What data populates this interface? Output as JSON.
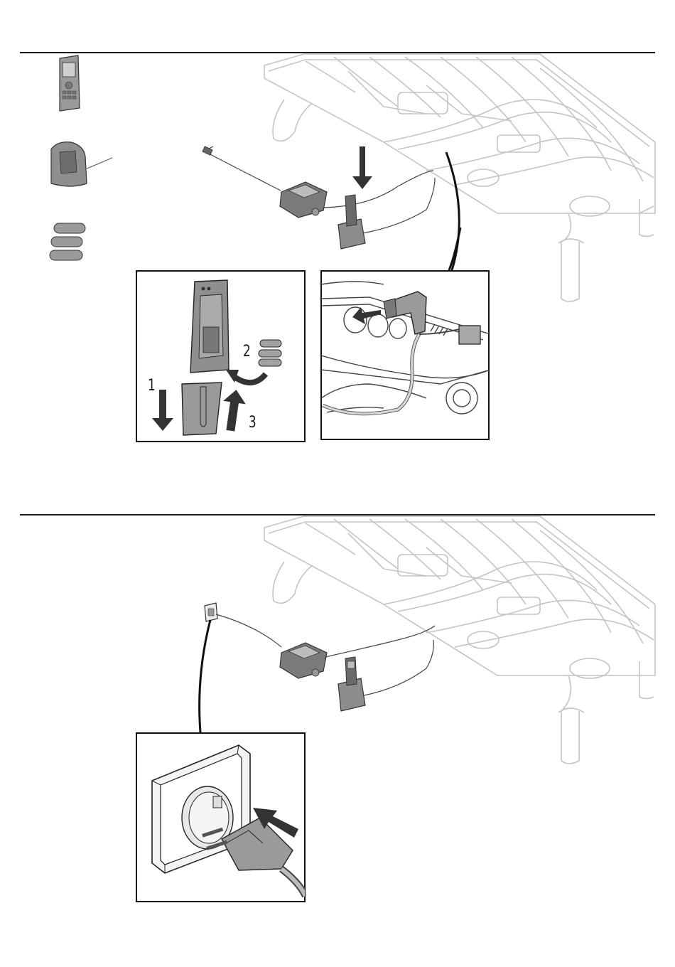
{
  "document": {
    "section1": {
      "battery_steps": [
        {
          "label": "1"
        },
        {
          "label": "2"
        },
        {
          "label": "3"
        }
      ]
    }
  },
  "colors": {
    "line": "#1a1a1a",
    "frame_outline": "#bdbdbd",
    "device_fill": "#8f8f8f",
    "device_dark": "#555555",
    "arrow": "#3a3a3a"
  },
  "icons": [
    "remote-control-icon",
    "charging-dock-icon",
    "batteries-icon",
    "power-supply-icon",
    "wall-socket-icon",
    "plug-icon",
    "arrow-icon"
  ]
}
